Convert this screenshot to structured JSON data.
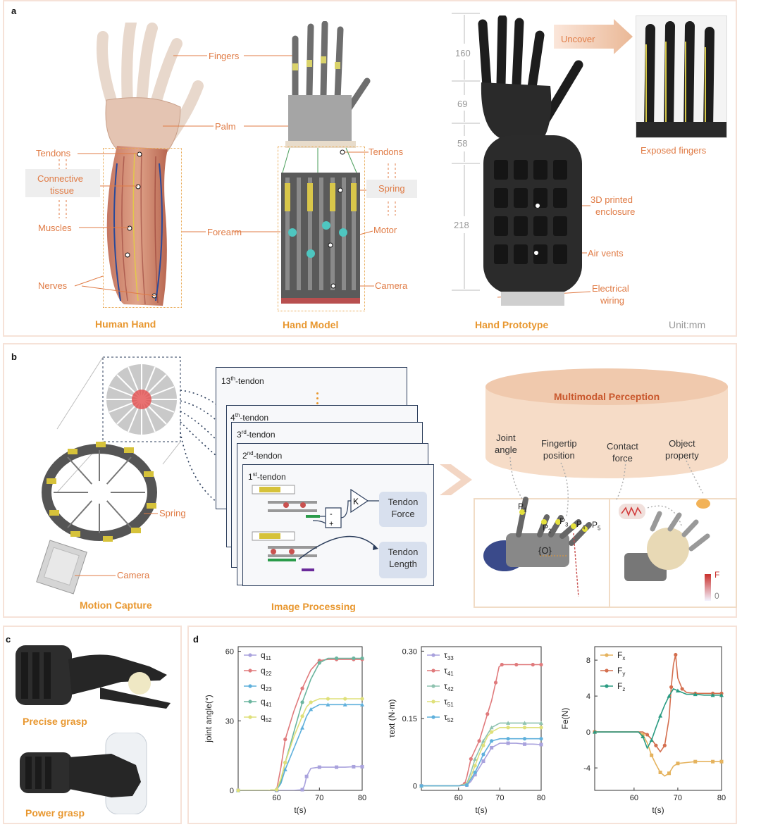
{
  "panel_a": {
    "label": "a",
    "human_hand": {
      "fingers": "Fingers",
      "palm": "Palm",
      "tendons": "Tendons",
      "connective": "Connective",
      "tissue": "tissue",
      "muscles": "Muscles",
      "forearm": "Forearm",
      "nerves": "Nerves",
      "caption": "Human Hand"
    },
    "hand_model": {
      "tendons": "Tendons",
      "spring": "Spring",
      "motor": "Motor",
      "camera": "Camera",
      "caption": "Hand Model"
    },
    "prototype": {
      "dims": [
        "160",
        "69",
        "58",
        "218"
      ],
      "uncover": "Uncover",
      "exposed": "Exposed fingers",
      "enclosure_1": "3D printed",
      "enclosure_2": "enclosure",
      "air_vents": "Air vents",
      "wiring_1": "Electrical",
      "wiring_2": "wiring",
      "caption": "Hand Prototype",
      "unit": "Unit:mm"
    }
  },
  "panel_b": {
    "label": "b",
    "spring": "Spring",
    "camera": "Camera",
    "motion_capture": "Motion Capture",
    "tendons": [
      "13",
      "4",
      "3",
      "2",
      "1"
    ],
    "tendon_sups": [
      "th",
      "th",
      "rd",
      "nd",
      "st"
    ],
    "tendon_suffix": "-tendon",
    "K": "K",
    "minus": "-",
    "plus": "+",
    "force_1": "Tendon",
    "force_2": "Force",
    "length_1": "Tendon",
    "length_2": "Length",
    "image_processing": "Image Processing",
    "perception_title": "Multimodal Perception",
    "perception_items": [
      [
        "Joint",
        "angle"
      ],
      [
        "Fingertip",
        "position"
      ],
      [
        "Contact",
        "force"
      ],
      [
        "Object",
        "property"
      ]
    ],
    "p_labels": [
      "P",
      "P",
      "P",
      "P",
      "P"
    ],
    "p_subs": [
      "1",
      "2",
      "3",
      "4",
      "5"
    ],
    "origin": "{O}",
    "f_top": "F",
    "f_bottom": "0"
  },
  "panel_c": {
    "label": "c",
    "precise": "Precise grasp",
    "power": "Power grasp"
  },
  "panel_d": {
    "label": "d"
  },
  "chart_data": [
    {
      "type": "line",
      "xlabel": "t(s)",
      "ylabel": "joint angle(°)",
      "xlim": [
        51,
        80
      ],
      "ylim": [
        0,
        62
      ],
      "xticks": [
        60,
        70,
        80
      ],
      "yticks": [
        0,
        30,
        60
      ],
      "ytick_labels": [
        "0",
        "30",
        "60"
      ],
      "legend_location": "top-left",
      "series": [
        {
          "name": "q",
          "sub": "11",
          "color": "#a9a2dd",
          "x": [
            51,
            58,
            60,
            64,
            66,
            66.5,
            67,
            68,
            70,
            72,
            74,
            76,
            78,
            80
          ],
          "y": [
            0,
            0,
            0,
            0,
            0.3,
            2,
            6,
            9.5,
            10,
            10,
            10,
            10,
            10.2,
            10.2
          ]
        },
        {
          "name": "q",
          "sub": "22",
          "color": "#e07a7c",
          "x": [
            51,
            58,
            60,
            61,
            62,
            64,
            66,
            68,
            70,
            72,
            74,
            76,
            78,
            80
          ],
          "y": [
            0,
            0,
            0.3,
            10,
            22,
            34,
            44,
            52,
            56,
            56.5,
            56.5,
            56.5,
            56.5,
            56.5
          ]
        },
        {
          "name": "q",
          "sub": "23",
          "color": "#5fb0dc",
          "x": [
            51,
            58,
            60,
            61,
            62,
            64,
            66,
            67,
            68,
            70,
            72,
            74,
            76,
            78,
            80
          ],
          "y": [
            0,
            0,
            0.3,
            3,
            9,
            18,
            27,
            32,
            35,
            37,
            37,
            37,
            37,
            37,
            37
          ]
        },
        {
          "name": "q",
          "sub": "41",
          "color": "#6bb59f",
          "x": [
            51,
            58,
            60,
            61,
            62,
            64,
            66,
            68,
            70,
            72,
            74,
            76,
            78,
            80
          ],
          "y": [
            0,
            0,
            0.3,
            4,
            12,
            25,
            38,
            48,
            55,
            57,
            57,
            57,
            57,
            57
          ]
        },
        {
          "name": "q",
          "sub": "52",
          "color": "#dfe07a",
          "x": [
            51,
            58,
            60,
            61,
            62,
            64,
            66,
            67,
            68,
            70,
            72,
            74,
            76,
            78,
            80
          ],
          "y": [
            0,
            0,
            0.3,
            5,
            12,
            23,
            32,
            36,
            38,
            39.5,
            39.5,
            39.5,
            39.5,
            39.5,
            39.5
          ]
        }
      ]
    },
    {
      "type": "line",
      "xlabel": "t(s)",
      "ylabel": "τext (N·m)",
      "xlim": [
        51,
        80
      ],
      "ylim": [
        -0.01,
        0.31
      ],
      "xticks": [
        60,
        70,
        80
      ],
      "yticks": [
        0,
        0.15,
        0.3
      ],
      "ytick_labels": [
        "0",
        "0.15",
        "0.30"
      ],
      "legend_location": "top-left",
      "series": [
        {
          "name": "τ",
          "sub": "33",
          "color": "#a9a2dd",
          "x": [
            51,
            60,
            62,
            63,
            64,
            65,
            66,
            67,
            68,
            70,
            72,
            74,
            76,
            78,
            80
          ],
          "y": [
            0,
            0,
            0.002,
            0.01,
            0.025,
            0.04,
            0.055,
            0.07,
            0.085,
            0.095,
            0.095,
            0.095,
            0.093,
            0.093,
            0.092
          ]
        },
        {
          "name": "τ",
          "sub": "41",
          "color": "#e07a7c",
          "x": [
            51,
            60,
            61.5,
            62,
            63,
            64,
            65,
            66,
            67,
            68,
            69,
            69.8,
            70.5,
            72,
            74,
            76,
            78,
            80
          ],
          "y": [
            0,
            0,
            0.005,
            0.02,
            0.06,
            0.08,
            0.1,
            0.13,
            0.16,
            0.19,
            0.23,
            0.265,
            0.27,
            0.27,
            0.27,
            0.27,
            0.27,
            0.27
          ]
        },
        {
          "name": "τ",
          "sub": "42",
          "color": "#8fc3b0",
          "x": [
            51,
            60,
            62,
            63,
            64,
            65,
            66,
            67,
            68,
            70,
            72,
            74,
            76,
            78,
            80
          ],
          "y": [
            0,
            0,
            0.005,
            0.03,
            0.06,
            0.08,
            0.1,
            0.115,
            0.13,
            0.14,
            0.14,
            0.14,
            0.14,
            0.14,
            0.14
          ]
        },
        {
          "name": "τ",
          "sub": "51",
          "color": "#dfe07a",
          "x": [
            51,
            60,
            62,
            63,
            64,
            65,
            66,
            67,
            68,
            70,
            72,
            74,
            76,
            78,
            80
          ],
          "y": [
            0,
            0,
            0.003,
            0.02,
            0.045,
            0.07,
            0.09,
            0.11,
            0.12,
            0.13,
            0.13,
            0.13,
            0.13,
            0.13,
            0.13
          ]
        },
        {
          "name": "τ",
          "sub": "52",
          "color": "#5fb0dc",
          "x": [
            51,
            60,
            62,
            63,
            64,
            65,
            66,
            67,
            68,
            70,
            72,
            74,
            76,
            78,
            80
          ],
          "y": [
            0,
            0,
            0.002,
            0.015,
            0.03,
            0.05,
            0.07,
            0.085,
            0.1,
            0.105,
            0.105,
            0.105,
            0.105,
            0.105,
            0.105
          ]
        }
      ]
    },
    {
      "type": "line",
      "xlabel": "t(s)",
      "ylabel": "Fe(N)",
      "xlim": [
        51,
        80
      ],
      "ylim": [
        -6.5,
        9.5
      ],
      "xticks": [
        60,
        70,
        80
      ],
      "yticks": [
        -4,
        0,
        4,
        8
      ],
      "ytick_labels": [
        "-4",
        "0",
        "4",
        "8"
      ],
      "legend_location": "top-left",
      "series": [
        {
          "name": "F",
          "sub": "x",
          "color": "#e5b35e",
          "x": [
            51,
            61,
            62,
            63,
            64,
            65,
            66,
            67,
            68,
            69,
            70,
            72,
            74,
            76,
            78,
            80
          ],
          "y": [
            0,
            0,
            -0.3,
            -1.2,
            -2.6,
            -3.6,
            -4.5,
            -4.9,
            -4.6,
            -3.8,
            -3.5,
            -3.4,
            -3.3,
            -3.3,
            -3.3,
            -3.3
          ]
        },
        {
          "name": "F",
          "sub": "y",
          "color": "#d46f4f",
          "x": [
            51,
            62,
            63,
            64,
            65,
            66,
            67,
            68,
            68.5,
            69,
            69.5,
            70,
            71,
            72,
            74,
            76,
            78,
            80
          ],
          "y": [
            0,
            0,
            -0.3,
            -0.8,
            -1.5,
            -2.2,
            -1.5,
            1.5,
            5,
            7.5,
            8.6,
            6,
            4.8,
            4.4,
            4.3,
            4.3,
            4.3,
            4.3
          ]
        },
        {
          "name": "F",
          "sub": "z",
          "color": "#2a9b82",
          "x": [
            51,
            61,
            62,
            63,
            64,
            65,
            66,
            67,
            68,
            69,
            70,
            72,
            74,
            76,
            78,
            80
          ],
          "y": [
            0,
            0,
            -0.5,
            -1.8,
            -0.9,
            0.5,
            1.8,
            3,
            4,
            4.8,
            4.6,
            4.2,
            4.2,
            4.1,
            4.1,
            4.1
          ]
        }
      ]
    }
  ]
}
